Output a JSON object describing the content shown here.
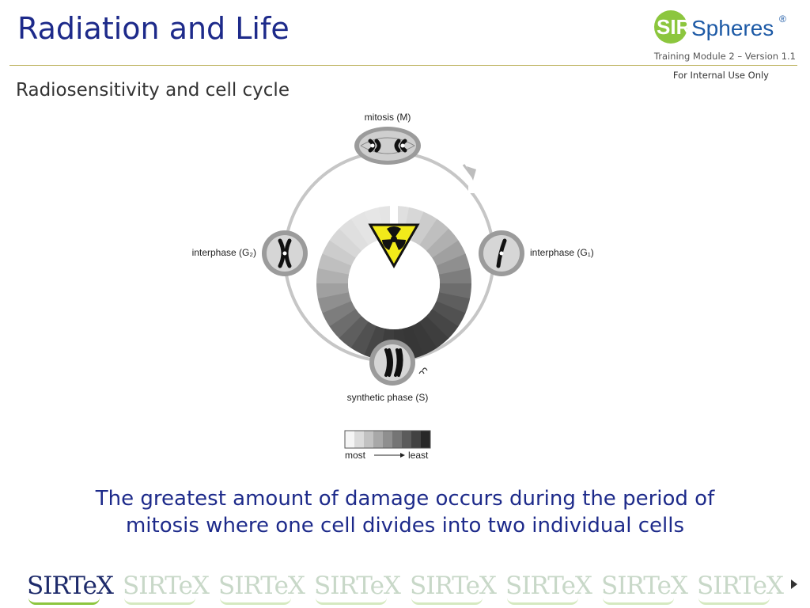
{
  "header": {
    "title": "Radiation and Life",
    "logo_sir": "SIR",
    "logo_spheres": "Spheres",
    "logo_registered": "®",
    "training": "Training Module 2 – Version 1.1",
    "internal": "For Internal Use Only"
  },
  "slide": {
    "subtitle": "Radiosensitivity and cell cycle",
    "caption_line1": "The greatest amount of damage occurs during the period of",
    "caption_line2": "mitosis where one cell divides into two individual cells"
  },
  "diagram": {
    "phases": {
      "mitosis": "mitosis (M)",
      "g1": "interphase (G₁)",
      "g2": "interphase (G₂)",
      "s": "synthetic phase (S)"
    },
    "legend": {
      "most": "most",
      "least": "least"
    },
    "radiation_icon": "radiation-trefoil-icon"
  },
  "footer": {
    "brand": "SIRTeX",
    "repeats": 8,
    "accent": "#8cc63e"
  },
  "colors": {
    "title": "#1d2a8a",
    "rule": "#b8ad52",
    "logo_green": "#8cc63e",
    "logo_blue": "#1d5aa6",
    "hazard_yellow": "#f2ea1a"
  }
}
